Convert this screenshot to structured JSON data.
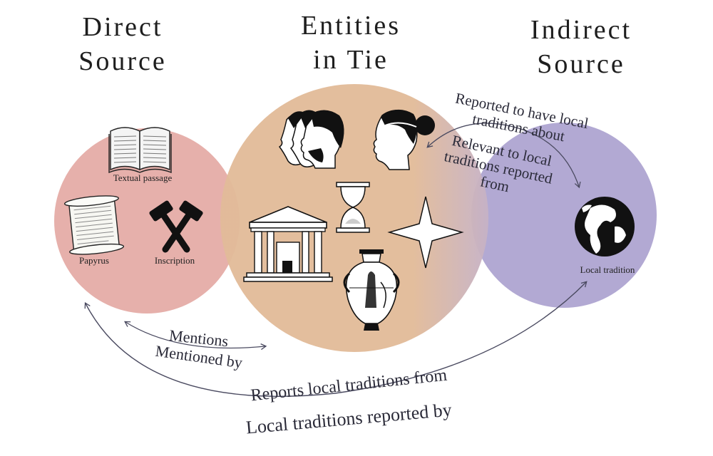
{
  "headings": {
    "direct": [
      "Direct",
      "Source"
    ],
    "entities": [
      "Entities",
      "in Tie"
    ],
    "indirect": [
      "Indirect",
      "Source"
    ]
  },
  "colors": {
    "direct_source": "#e6b0ab",
    "entities_in_tie": "#e2bb99",
    "indirect_source": "#b2a9d3",
    "arrow": "#4a4a60"
  },
  "direct_items": {
    "textual_passage": "Textual passage",
    "papyrus": "Papyrus",
    "inscription": "Inscription"
  },
  "indirect_items": {
    "local_tradition": "Local tradition"
  },
  "relations": {
    "reported": [
      "Reported to have local",
      "traditions about"
    ],
    "relevant": [
      "Relevant to local",
      "traditions reported",
      "from"
    ],
    "mentions": "Mentions",
    "mentioned_by": "Mentioned by",
    "reports_from": "Reports local traditions from",
    "reported_by": "Local traditions reported by"
  },
  "icons": [
    "book-icon",
    "scroll-icon",
    "crossed-hammers-icon",
    "three-heads-icon",
    "woman-head-icon",
    "hourglass-icon",
    "temple-icon",
    "star-icon",
    "vase-icon",
    "globe-icon"
  ]
}
